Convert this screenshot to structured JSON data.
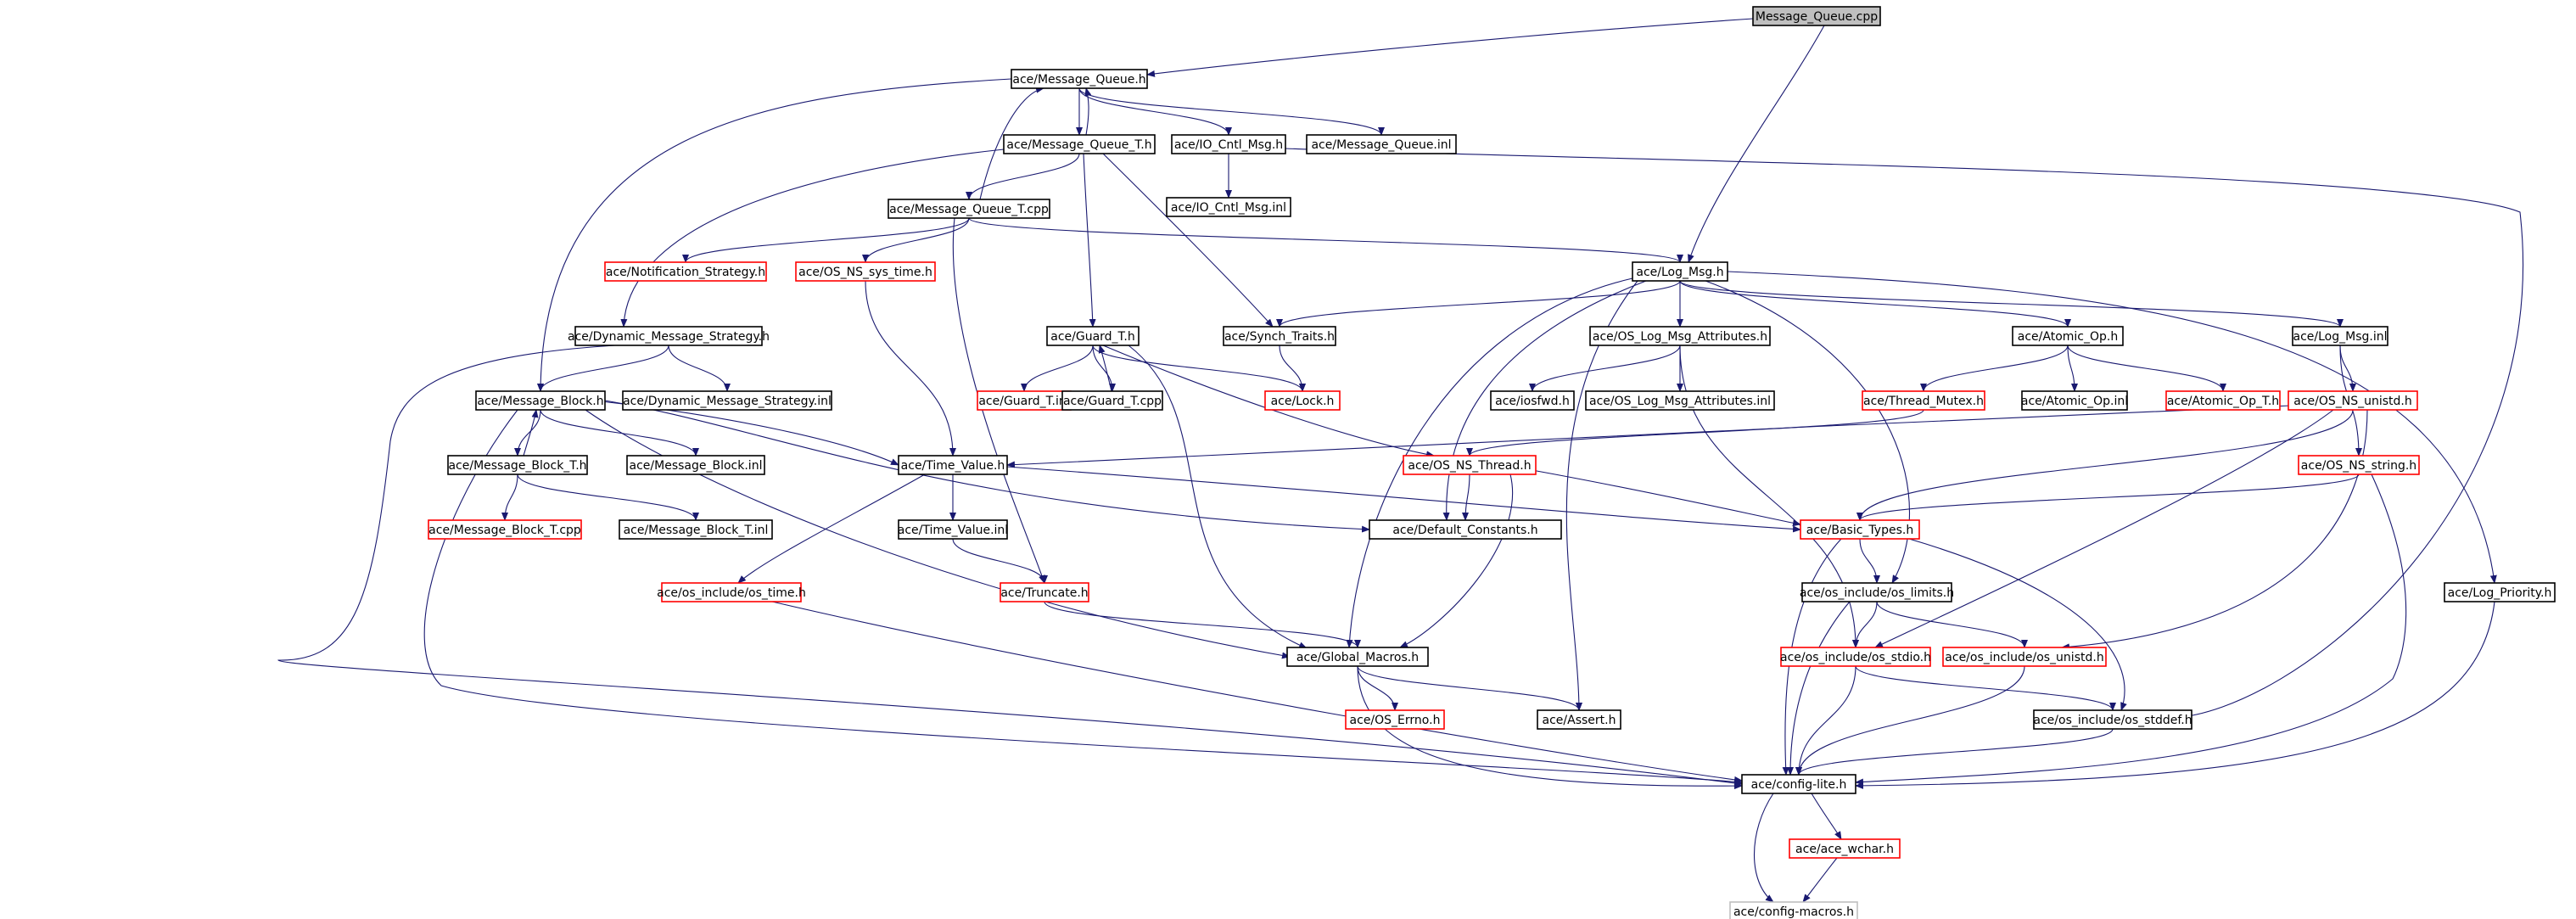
{
  "colors": {
    "edge": "#191970",
    "arrow": "#191970",
    "border_default": "#000000",
    "border_external": "#ff0000",
    "border_leaf": "#bfbfbf",
    "root_fill": "#bfbfbf",
    "node_fill": "#ffffff",
    "text": "#000000"
  },
  "nodes": [
    {
      "id": "root",
      "label": "Message_Queue.cpp",
      "kind": "root"
    },
    {
      "id": "mq_h",
      "label": "ace/Message_Queue.h",
      "kind": "default"
    },
    {
      "id": "mqt_h",
      "label": "ace/Message_Queue_T.h",
      "kind": "default"
    },
    {
      "id": "iocntl_h",
      "label": "ace/IO_Cntl_Msg.h",
      "kind": "default"
    },
    {
      "id": "mq_inl",
      "label": "ace/Message_Queue.inl",
      "kind": "default"
    },
    {
      "id": "iocntl_inl",
      "label": "ace/IO_Cntl_Msg.inl",
      "kind": "default"
    },
    {
      "id": "mqt_cpp",
      "label": "ace/Message_Queue_T.cpp",
      "kind": "default"
    },
    {
      "id": "notif",
      "label": "ace/Notification_Strategy.h",
      "kind": "external"
    },
    {
      "id": "osns_time",
      "label": "ace/OS_NS_sys_time.h",
      "kind": "external"
    },
    {
      "id": "logmsg_h",
      "label": "ace/Log_Msg.h",
      "kind": "default"
    },
    {
      "id": "dms_h",
      "label": "ace/Dynamic_Message_Strategy.h",
      "kind": "default"
    },
    {
      "id": "guardt_h",
      "label": "ace/Guard_T.h",
      "kind": "default"
    },
    {
      "id": "synch",
      "label": "ace/Synch_Traits.h",
      "kind": "default"
    },
    {
      "id": "oslog_h",
      "label": "ace/OS_Log_Msg_Attributes.h",
      "kind": "default"
    },
    {
      "id": "atomic_h",
      "label": "ace/Atomic_Op.h",
      "kind": "default"
    },
    {
      "id": "logmsg_inl",
      "label": "ace/Log_Msg.inl",
      "kind": "default"
    },
    {
      "id": "mb_h",
      "label": "ace/Message_Block.h",
      "kind": "default"
    },
    {
      "id": "dms_inl",
      "label": "ace/Dynamic_Message_Strategy.inl",
      "kind": "default"
    },
    {
      "id": "guardt_inl",
      "label": "ace/Guard_T.inl",
      "kind": "external"
    },
    {
      "id": "guardt_cpp",
      "label": "ace/Guard_T.cpp",
      "kind": "default"
    },
    {
      "id": "lock_h",
      "label": "ace/Lock.h",
      "kind": "external"
    },
    {
      "id": "iosfwd",
      "label": "ace/iosfwd.h",
      "kind": "default"
    },
    {
      "id": "oslog_inl",
      "label": "ace/OS_Log_Msg_Attributes.inl",
      "kind": "default"
    },
    {
      "id": "thrmutex",
      "label": "ace/Thread_Mutex.h",
      "kind": "external"
    },
    {
      "id": "atomic_inl",
      "label": "ace/Atomic_Op.inl",
      "kind": "default"
    },
    {
      "id": "atomic_t",
      "label": "ace/Atomic_Op_T.h",
      "kind": "external"
    },
    {
      "id": "osns_unistd",
      "label": "ace/OS_NS_unistd.h",
      "kind": "external"
    },
    {
      "id": "mbt_h",
      "label": "ace/Message_Block_T.h",
      "kind": "default"
    },
    {
      "id": "mb_inl",
      "label": "ace/Message_Block.inl",
      "kind": "default"
    },
    {
      "id": "timev_h",
      "label": "ace/Time_Value.h",
      "kind": "default"
    },
    {
      "id": "osns_thread",
      "label": "ace/OS_NS_Thread.h",
      "kind": "external"
    },
    {
      "id": "osns_string",
      "label": "ace/OS_NS_string.h",
      "kind": "external"
    },
    {
      "id": "mbt_cpp",
      "label": "ace/Message_Block_T.cpp",
      "kind": "external"
    },
    {
      "id": "mbt_inl",
      "label": "ace/Message_Block_T.inl",
      "kind": "default"
    },
    {
      "id": "timev_inl",
      "label": "ace/Time_Value.inl",
      "kind": "default"
    },
    {
      "id": "defconst",
      "label": "ace/Default_Constants.h",
      "kind": "default"
    },
    {
      "id": "basic",
      "label": "ace/Basic_Types.h",
      "kind": "external"
    },
    {
      "id": "os_time",
      "label": "ace/os_include/os_time.h",
      "kind": "external"
    },
    {
      "id": "truncate",
      "label": "ace/Truncate.h",
      "kind": "external"
    },
    {
      "id": "os_limits",
      "label": "ace/os_include/os_limits.h",
      "kind": "default"
    },
    {
      "id": "logprio",
      "label": "ace/Log_Priority.h",
      "kind": "default"
    },
    {
      "id": "globalm",
      "label": "ace/Global_Macros.h",
      "kind": "default"
    },
    {
      "id": "os_stdio",
      "label": "ace/os_include/os_stdio.h",
      "kind": "external"
    },
    {
      "id": "os_unistd",
      "label": "ace/os_include/os_unistd.h",
      "kind": "external"
    },
    {
      "id": "oserrno",
      "label": "ace/OS_Errno.h",
      "kind": "external"
    },
    {
      "id": "assert",
      "label": "ace/Assert.h",
      "kind": "default"
    },
    {
      "id": "os_stddef",
      "label": "ace/os_include/os_stddef.h",
      "kind": "default"
    },
    {
      "id": "configlite",
      "label": "ace/config-lite.h",
      "kind": "default"
    },
    {
      "id": "wchar",
      "label": "ace/ace_wchar.h",
      "kind": "external"
    },
    {
      "id": "configmacros",
      "label": "ace/config-macros.h",
      "kind": "leaf"
    }
  ],
  "edges": [
    [
      "root",
      "mq_h"
    ],
    [
      "root",
      "logmsg_h"
    ],
    [
      "mq_h",
      "mqt_h"
    ],
    [
      "mq_h",
      "iocntl_h"
    ],
    [
      "mq_h",
      "mq_inl"
    ],
    [
      "mq_h",
      "mb_h"
    ],
    [
      "mqt_h",
      "mq_h"
    ],
    [
      "mqt_h",
      "mqt_cpp"
    ],
    [
      "mqt_h",
      "dms_h"
    ],
    [
      "mqt_h",
      "guardt_h"
    ],
    [
      "mqt_h",
      "synch"
    ],
    [
      "iocntl_h",
      "iocntl_inl"
    ],
    [
      "iocntl_h",
      "os_stddef"
    ],
    [
      "mqt_cpp",
      "mq_h"
    ],
    [
      "mqt_cpp",
      "notif"
    ],
    [
      "mqt_cpp",
      "osns_time"
    ],
    [
      "mqt_cpp",
      "logmsg_h"
    ],
    [
      "mqt_cpp",
      "truncate"
    ],
    [
      "osns_time",
      "timev_h"
    ],
    [
      "dms_h",
      "mb_h"
    ],
    [
      "dms_h",
      "dms_inl"
    ],
    [
      "dms_h",
      "configlite"
    ],
    [
      "guardt_h",
      "guardt_inl"
    ],
    [
      "guardt_h",
      "guardt_cpp"
    ],
    [
      "guardt_h",
      "lock_h"
    ],
    [
      "guardt_h",
      "osns_thread"
    ],
    [
      "guardt_h",
      "globalm"
    ],
    [
      "guardt_cpp",
      "guardt_h"
    ],
    [
      "synch",
      "lock_h"
    ],
    [
      "logmsg_h",
      "synch"
    ],
    [
      "logmsg_h",
      "oslog_h"
    ],
    [
      "logmsg_h",
      "atomic_h"
    ],
    [
      "logmsg_h",
      "logmsg_inl"
    ],
    [
      "logmsg_h",
      "logprio"
    ],
    [
      "logmsg_h",
      "defconst"
    ],
    [
      "logmsg_h",
      "globalm"
    ],
    [
      "logmsg_h",
      "assert"
    ],
    [
      "logmsg_h",
      "os_limits"
    ],
    [
      "oslog_h",
      "iosfwd"
    ],
    [
      "oslog_h",
      "oslog_inl"
    ],
    [
      "oslog_h",
      "os_stdio"
    ],
    [
      "atomic_h",
      "thrmutex"
    ],
    [
      "atomic_h",
      "atomic_inl"
    ],
    [
      "atomic_h",
      "atomic_t"
    ],
    [
      "thrmutex",
      "osns_thread"
    ],
    [
      "logmsg_inl",
      "osns_unistd"
    ],
    [
      "logmsg_inl",
      "osns_string"
    ],
    [
      "osns_unistd",
      "timev_h"
    ],
    [
      "osns_unistd",
      "basic"
    ],
    [
      "osns_unistd",
      "os_stdio"
    ],
    [
      "osns_unistd",
      "os_unistd"
    ],
    [
      "osns_string",
      "basic"
    ],
    [
      "osns_string",
      "configlite"
    ],
    [
      "mb_h",
      "mbt_h"
    ],
    [
      "mb_h",
      "mb_inl"
    ],
    [
      "mb_h",
      "timev_h"
    ],
    [
      "mb_h",
      "defconst"
    ],
    [
      "mb_h",
      "globalm"
    ],
    [
      "mb_h",
      "configlite"
    ],
    [
      "mbt_h",
      "mb_h"
    ],
    [
      "mbt_h",
      "mbt_cpp"
    ],
    [
      "mbt_h",
      "mbt_inl"
    ],
    [
      "timev_h",
      "timev_inl"
    ],
    [
      "timev_h",
      "os_time"
    ],
    [
      "timev_h",
      "basic"
    ],
    [
      "timev_inl",
      "truncate"
    ],
    [
      "osns_thread",
      "defconst"
    ],
    [
      "osns_thread",
      "basic"
    ],
    [
      "osns_thread",
      "globalm"
    ],
    [
      "basic",
      "os_limits"
    ],
    [
      "basic",
      "os_stddef"
    ],
    [
      "basic",
      "configlite"
    ],
    [
      "os_time",
      "configlite"
    ],
    [
      "truncate",
      "globalm"
    ],
    [
      "os_limits",
      "os_stdio"
    ],
    [
      "os_limits",
      "os_unistd"
    ],
    [
      "os_limits",
      "configlite"
    ],
    [
      "logprio",
      "configlite"
    ],
    [
      "globalm",
      "oserrno"
    ],
    [
      "globalm",
      "assert"
    ],
    [
      "globalm",
      "configlite"
    ],
    [
      "os_stdio",
      "os_stddef"
    ],
    [
      "os_stdio",
      "configlite"
    ],
    [
      "os_unistd",
      "configlite"
    ],
    [
      "os_stddef",
      "configlite"
    ],
    [
      "configlite",
      "wchar"
    ],
    [
      "configlite",
      "configmacros"
    ],
    [
      "wchar",
      "configmacros"
    ]
  ]
}
